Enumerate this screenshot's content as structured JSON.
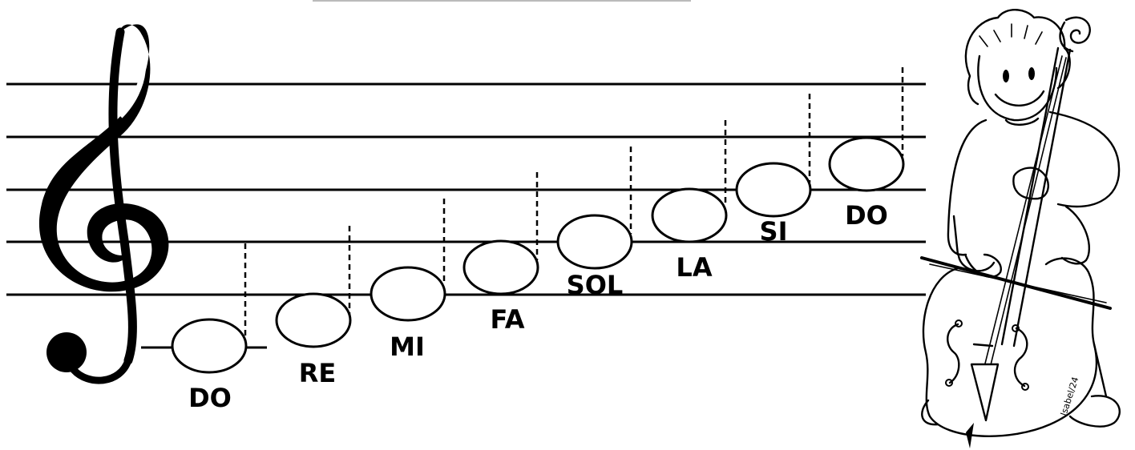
{
  "diagram": {
    "notes": [
      {
        "label": "DO"
      },
      {
        "label": "RE"
      },
      {
        "label": "MI"
      },
      {
        "label": "FA"
      },
      {
        "label": "SOL"
      },
      {
        "label": "LA"
      },
      {
        "label": "SI"
      },
      {
        "label": "DO"
      }
    ],
    "artist_signature": "Isabel/24",
    "illustration_icon": "child-playing-double-bass-icon",
    "clef_icon": "treble-clef-icon"
  }
}
